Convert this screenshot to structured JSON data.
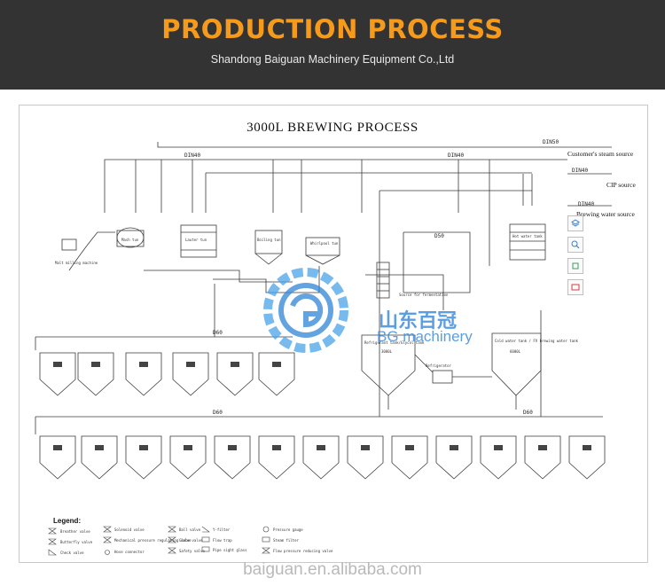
{
  "header": {
    "title": "PRODUCTION PROCESS",
    "subtitle": "Shandong Baiguan Machinery Equipment Co.,Ltd"
  },
  "diagram": {
    "title": "3000L BREWING PROCESS",
    "sources": {
      "steam": "Customer's steam source",
      "cip": "CIP source",
      "water": "Brewing water source"
    },
    "pipes": {
      "din50": "DIN50",
      "din40": "DIN40",
      "d50": "D50",
      "d60": "D60"
    },
    "equipment": {
      "mill": "Malt milling machine",
      "mash": "Mash tun",
      "lauter": "Lauter tun",
      "boil": "Boiling tun",
      "whirl": "Whirlpool tun",
      "hotwater": "Hot water tank",
      "fermentation": "Source for fermentation",
      "refrigerator": "Refrigerator",
      "icetank": "Refrigerant tank/Glycol tank",
      "coldtank": "Cold water tank / FV brewing water tank",
      "vol_3000": "3000L",
      "vol_6000": "6000L"
    },
    "legend_title": "Legend:",
    "legend": [
      "Breather valve",
      "Butterfly valve",
      "Check valve",
      "Solenoid valve",
      "Mechanical pressure regulating valve",
      "Hose connector",
      "Ball valve",
      "Globe valve",
      "Safety valve",
      "Y-filter",
      "Flow trap",
      "Pipe sight glass",
      "Pressure gauge",
      "Steam filter",
      "Flow pressure reducing valve"
    ]
  },
  "watermark": {
    "cn": "山东百冠",
    "en": "BG machinery"
  },
  "footer": {
    "url": "baiguan.en.alibaba.com"
  },
  "toolbar_icons": [
    "layers-icon",
    "zoom-icon",
    "crop-icon",
    "screenshot-icon"
  ]
}
